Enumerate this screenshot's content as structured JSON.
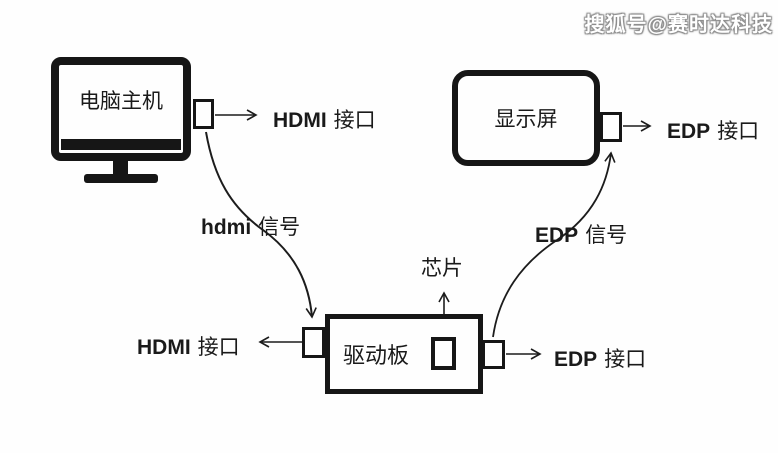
{
  "watermark": {
    "text": "搜狐号@赛时达科技"
  },
  "nodes": {
    "computer": {
      "label": "电脑主机"
    },
    "display": {
      "label": "显示屏"
    },
    "board": {
      "label": "驱动板"
    },
    "chip": {
      "label": "芯片"
    }
  },
  "labels": {
    "hdmi_port_top": {
      "latin": "HDMI",
      "cjk": "接口"
    },
    "hdmi_signal": {
      "latin": "hdmi",
      "cjk": "信号"
    },
    "hdmi_port_left": {
      "latin": "HDMI",
      "cjk": "接口"
    },
    "edp_port_bottom": {
      "latin": "EDP",
      "cjk": "接口"
    },
    "edp_signal": {
      "latin": "EDP",
      "cjk": "信号"
    },
    "edp_port_top": {
      "latin": "EDP",
      "cjk": "接口"
    }
  },
  "colors": {
    "ink": "#1c1c1c",
    "background": "#ffffff"
  }
}
